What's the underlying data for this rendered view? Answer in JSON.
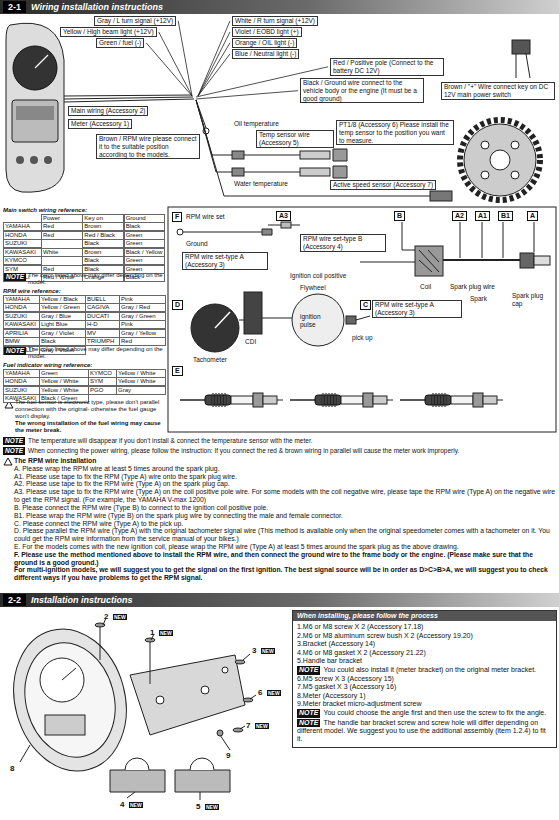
{
  "diagram": {
    "nodes": [
      {
        "text": [
          "2-1",
          "Wiring installation instructions"
        ]
      },
      {
        "text": [
          "Main switch wiring reference:",
          "Power",
          "Key on",
          "Ground",
          "YAMAHA",
          "Red",
          "Brown",
          "Black",
          "HONDA",
          "Red",
          "Red / Black",
          "Green",
          "SUZUKI",
          "Black",
          "Green",
          "KAWASAKI",
          "White",
          "Brown",
          "Black / Yellow",
          "KYMCO",
          "Black",
          "Green",
          "SYM",
          "Red",
          "Black",
          "Green",
          "BENELLI",
          "Red / White",
          "Orange",
          "Black"
        ]
      },
      {
        "text": [
          "RPM wire reference:",
          "YAMAHA",
          "Yellow / Black",
          "BUELL",
          "Pink",
          "HONDA",
          "Yellow / Green",
          "CAGIVA",
          "Gray / Red",
          "SUZUKI",
          "Gray / Blue",
          "DUCATI",
          "Gray / Green",
          "KAWASAKI",
          "Light Blue",
          "H-D",
          "Pink",
          "APRILIA",
          "Gray / Violet",
          "MV",
          "Gray / Yellow",
          "BMW",
          "Black",
          "TRIUMPH",
          "Red",
          "BENNELLI",
          "Gray / Violet"
        ]
      },
      {
        "text": [
          "Fuel indicator wiring reference:",
          "YAMAHA",
          "Green",
          "KYMCO",
          "Yellow / White",
          "HONDA",
          "Yellow / White",
          "SYM",
          "Yellow / White",
          "SUZUKI",
          "Yellow / White",
          "PGO",
          "Gray",
          "KAWASAKI",
          "Black / Green"
        ]
      },
      {
        "text": [
          "The RPM wire installation",
          "A. Please wrap the RPM wire at least 5 times around the spark plug.",
          "A1. Please use tape to fix the RPM (Type A) wire onto the spark plug wire.",
          "A2. Please use tape to fix the RPM wire (Type A) on the spark plug cap.",
          "A3. Please use tape to fix the RPM wire (Type A) on the coil positive pole wire. For some models with the coil negative wire, please tape the RPM wire (Type A) on the negative wire to get the RPM signal. (For example, the YAMAHA V-max 1200)",
          "B. Please connect the RPM wire (Type B) to connect to the ignition coil positive pole.",
          "B1. Please wrap the RPM wire (Type B) on the spark plug wire by connecting the male and female connector.",
          "C. Please connect the RPM wire (Type A) to the pick up.",
          "D. Please parallel the RPM wire (Type A) with the original tachometer signal wire (This method is available only when the original speedometer comes with a tachometer on it. You could get the RPM wire information from the service manual of your bikes.)",
          "E. For the models comes with the new ignition coil, please wrap the RPM wire (Type A) at least 5 times around the spark plug as the above drawing.",
          "F. Please use the method mentioned above to install the RPM wire, and then connect the ground wire to the frame body or the engine. (Please make sure that the ground is a good ground.)",
          "For multi-ignition models, we will suggest you to get the signal on the first ignition. The best signal source will be in order as D>C>B>A, we will suggest you to check different ways if you have problems to get the RPM signal."
        ]
      },
      {
        "text": [
          "2-2",
          "Installation instructions"
        ]
      },
      {
        "text": [
          "When installing, please follow the process",
          "1.M6 or M8 screw X 2 (Accessory 17.18)",
          "2.M6 or M8 aluminum screw bush X 2 (Accessory 19.20)",
          "3.Bracket (Accessory 14)",
          "4.M6 or M8 gasket X 2 (Accessory 21.22)",
          "5.Handle bar bracket",
          "NOTE",
          "You could also install it (meter bracket) on the original meter bracket.",
          "6.M5 screw X 3 (Accessory 15)",
          "7.M5 gasket X 3 (Accessory 16)",
          "8.Meter (Accessory 1)",
          "9.Meter bracket micro-adjustment screw",
          "NOTE",
          "You could choose the angle first and then use the screw to fix the angle.",
          "NOTE",
          "The handle bar bracket screw and screw hole will differ depending on different model. We suggest you to use the additional assembly (item 1.2.4) to fit it."
        ]
      }
    ],
    "labels": [
      "Gray / L turn signal (+12V)",
      "Yellow / High beam light (+12V)",
      "Green / fuel (-)",
      "White / R turn signal (+12V)",
      "Violet / EOBD light (+)",
      "Orange / OIL light (-)",
      "Blue / Neutral light (-)",
      "Red / Positive pole (Connect to the battery DC 12V)",
      "Brown / \"+\" Wire connect key on DC 12V main power switch",
      "Black / Ground wire connect to the vehicle body or the engine (It must be a good ground)",
      "Main wiring (Accessory 2)",
      "Meter (Accessory 1)",
      "Brown / RPM wire please connect it to the suitable position according to the models.",
      "Oil temperature",
      "Temp sensor wire (Accessory 5)",
      "PT1/8 (Accessory 6) Please install the temp sensor to the position you want to measure.",
      "Water temperature",
      "Active speed sensor (Accessory 7)",
      "NOTE",
      "The color listed above may differ depending on the model.",
      "NOTE",
      "The color listed above may differ depending on the model.",
      "The fuel sensor is electronic type, please don't parallel connection with the original- otherwise the fuel gauge won't display.",
      "The wrong installation of the fuel wiring may cause the meter break.",
      "F",
      "RPM wire set",
      "A3",
      "B",
      "A2",
      "A1",
      "B1",
      "A",
      "Ground",
      "RPM wire set-type B (Accessory 4)",
      "RPM wire set-type A (Accessory 3)",
      "Ignition coil positive",
      "Coil",
      "Spark plug wire",
      "Spark plug cap",
      "Spark",
      "D",
      "Tachometer",
      "CDI",
      "Flywheel",
      "ignition pulse",
      "C",
      "RPM wire set-type A (Accessory 3)",
      "pick up",
      "E",
      "NOTE",
      "The temperature will disappear if you don't install & connect the temperature sensor with the meter.",
      "NOTE",
      "When connecting the power wiring, please follow the instruction: If you connect the red & brown wiring in parallel will cause the meter work improperly.",
      "2",
      "NEW",
      "1",
      "NEW",
      "3",
      "NEW",
      "6",
      "NEW",
      "7",
      "NEW",
      "9",
      "8",
      "4",
      "NEW",
      "5",
      "NEW"
    ]
  }
}
